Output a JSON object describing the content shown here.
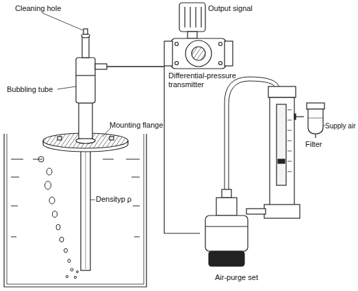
{
  "diagram": {
    "nodes": [
      {
        "text": [
          "Bubbling tube"
        ]
      },
      {
        "text": [
          "Differential-pressure transmitter"
        ]
      },
      {
        "text": [
          "Air-purge set"
        ]
      },
      {
        "text": [
          "Filter"
        ]
      }
    ],
    "edges": [
      {
        "from": 1,
        "to": 0,
        "arrow": "none"
      },
      {
        "from": 2,
        "to": 0,
        "arrow": "none"
      },
      {
        "from": 3,
        "to": 2,
        "arrow": "none"
      }
    ],
    "labels": [
      "Cleaning hole",
      "Output signal",
      "Mounting flange",
      "Densityp ρ",
      "Supply air"
    ]
  }
}
